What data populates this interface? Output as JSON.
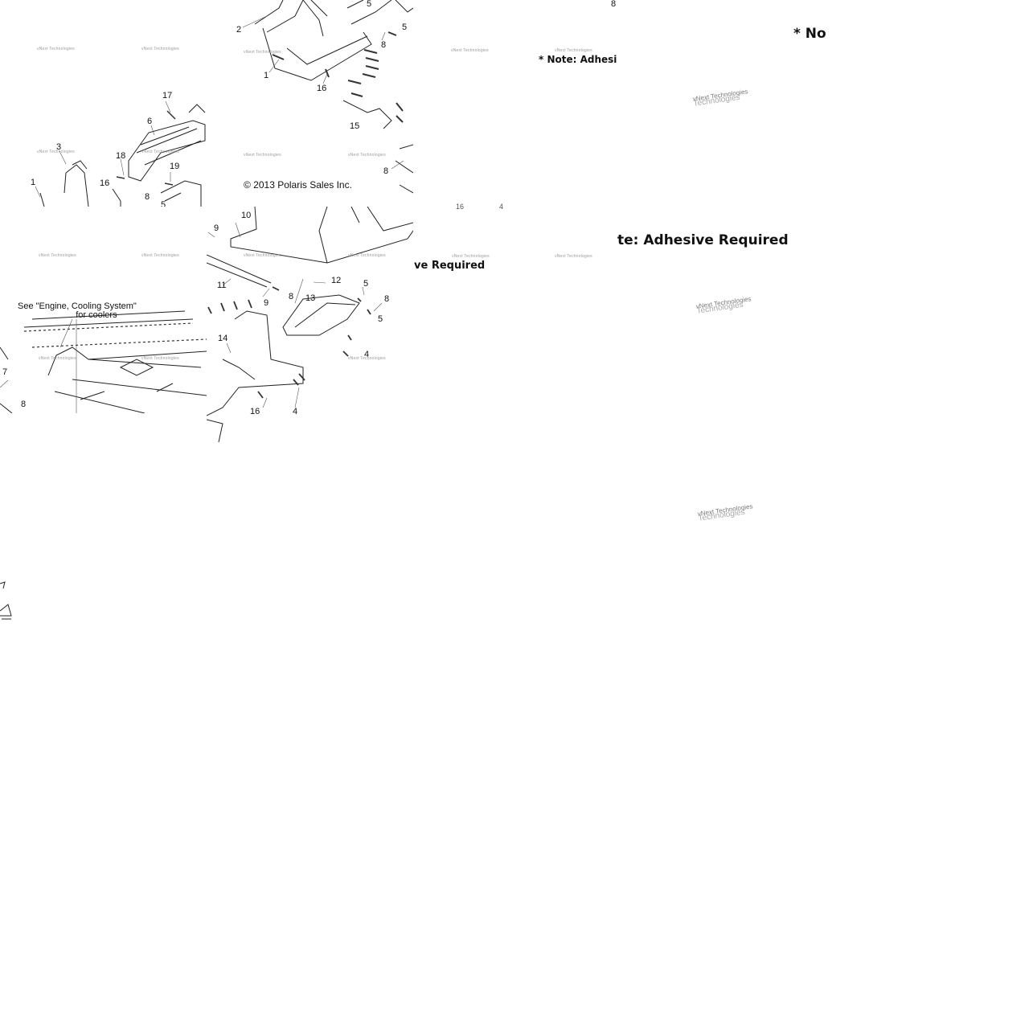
{
  "copyright": "© 2013 Polaris Sales Inc.",
  "see_note_line1": "See \"Engine, Cooling System\"",
  "see_note_line2": "for coolers",
  "note_star_no": "* No",
  "note_star_adhesive": "* Note: Adhesi",
  "note_te_adhesive": "te: Adhesive Required",
  "note_ve_required": "ve Required",
  "watermark_small": "vNext Technologies",
  "watermark_big_a": "vNext Technologies",
  "watermark_big_b": "Technologies",
  "callouts": {
    "c8_top": "8",
    "c2": "2",
    "c5a": "5",
    "c5b": "5",
    "c8a": "8",
    "c1a": "1",
    "c16a": "16",
    "c15": "15",
    "c8b": "8",
    "c17": "17",
    "c6": "6",
    "c3": "3",
    "c18": "18",
    "c19": "19",
    "c1b": "1",
    "c16b": "16",
    "c8c": "8",
    "c5c": "5",
    "c10": "10",
    "c9a": "9",
    "c11": "11",
    "c9b": "9",
    "c12": "12",
    "c5d": "5",
    "c8d": "8",
    "c13": "13",
    "c8e": "8",
    "c5e": "5",
    "c4a": "4",
    "c14": "14",
    "c16c": "16",
    "c4b": "4",
    "c7": "7",
    "c8f": "8",
    "c16d": "16",
    "c4c": "4"
  }
}
